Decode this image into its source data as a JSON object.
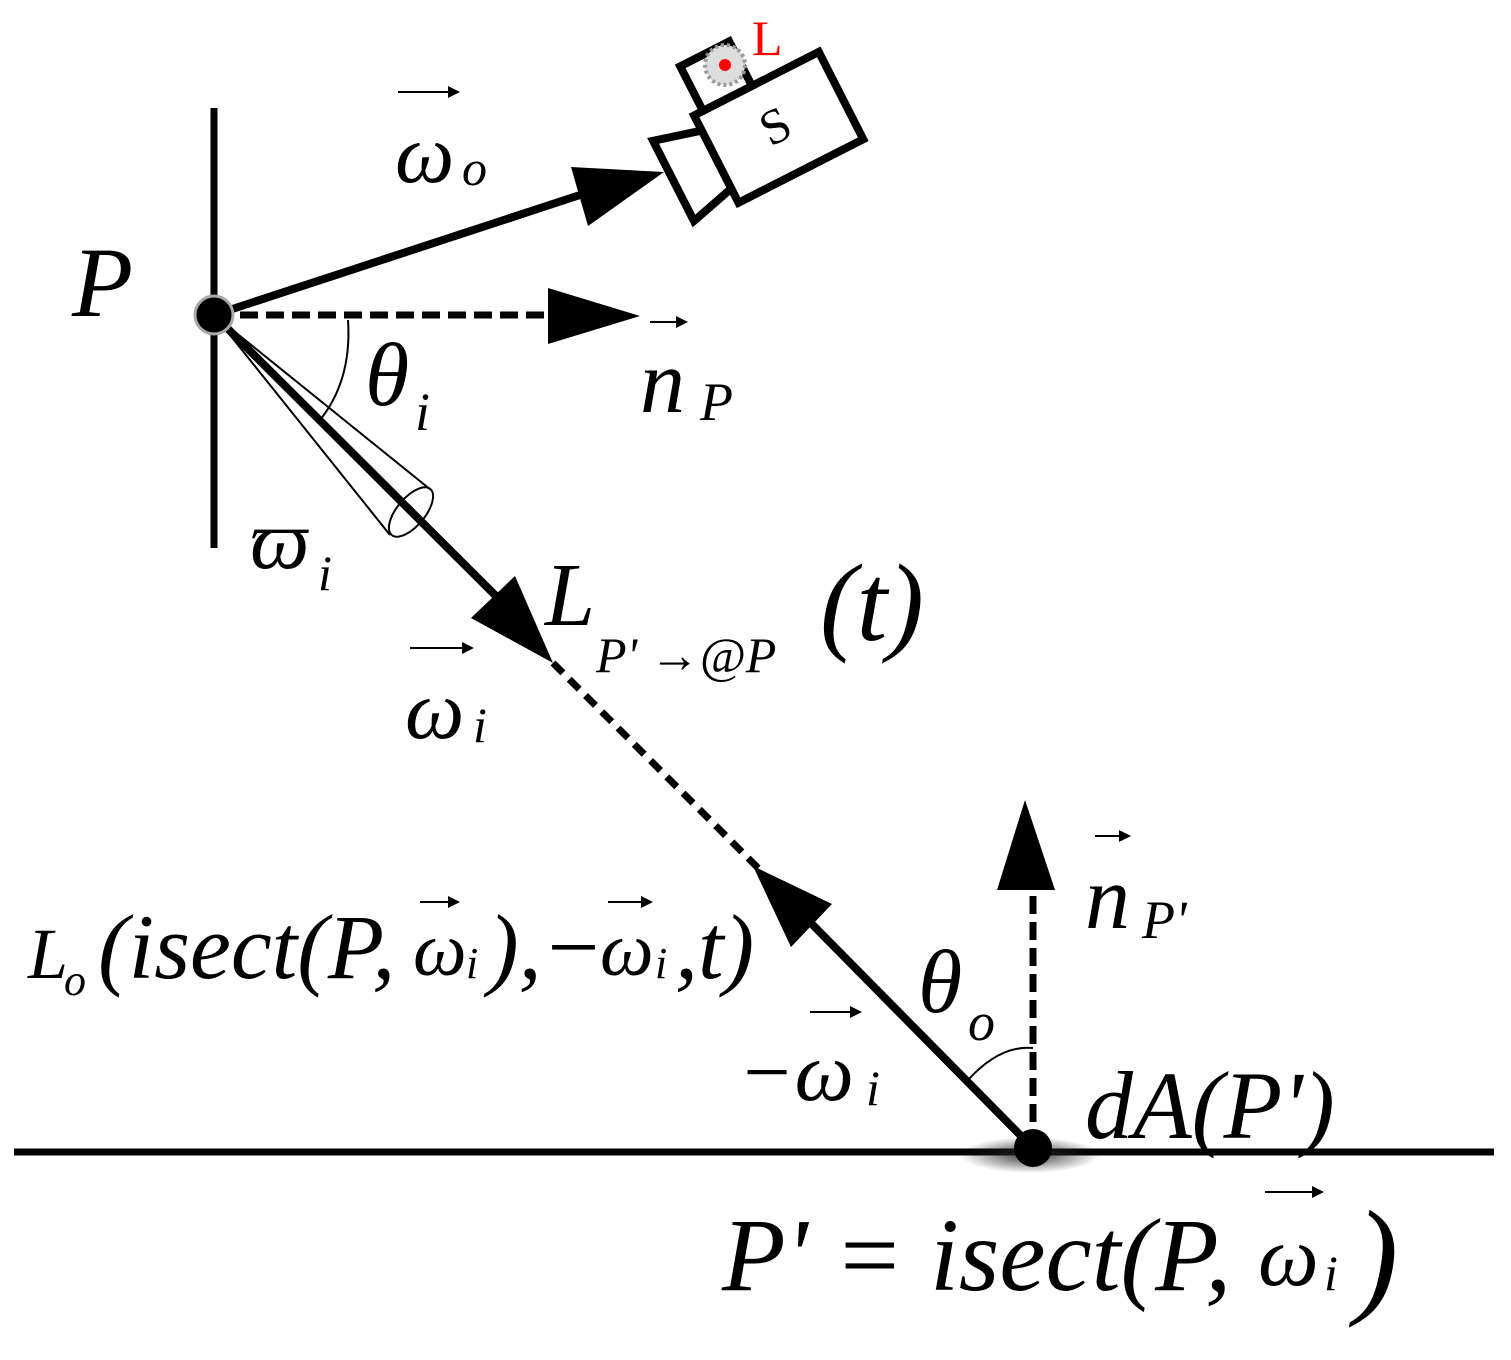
{
  "labels": {
    "P": "P",
    "omega_o": "ω",
    "omega_o_sub": "o",
    "n_P": "n",
    "n_P_sub": "P",
    "theta_i": "θ",
    "theta_i_sub": "i",
    "solid_angle": "ϖ",
    "solid_angle_sub": "i",
    "radiance_L": "L",
    "radiance_sub": "P' →@P",
    "radiance_arg": "(t)",
    "omega_i": "ω",
    "omega_i_sub": "i",
    "Lo_L": "L",
    "Lo_sub": "o",
    "Lo_part1": "(isect(P,",
    "Lo_part2": "),−",
    "Lo_part3": ",t)",
    "Lo_omega": "ω",
    "Lo_omega_sub": "i",
    "Lo_omega2": "ω",
    "Lo_omega2_sub": "i",
    "neg_omega_minus": "−ω",
    "neg_omega_sub": "i",
    "theta_o": "θ",
    "theta_o_sub": "o",
    "n_Pprime": "n",
    "n_Pprime_sub": "P'",
    "dA": "dA(P')",
    "pprime_lhs": "P' = isect(P,",
    "pprime_omega": "ω",
    "pprime_omega_sub": "i",
    "pprime_close": ")",
    "camera_S": "S",
    "light_L": "L"
  },
  "colors": {
    "ink": "#000000",
    "light": "#ff0000"
  }
}
